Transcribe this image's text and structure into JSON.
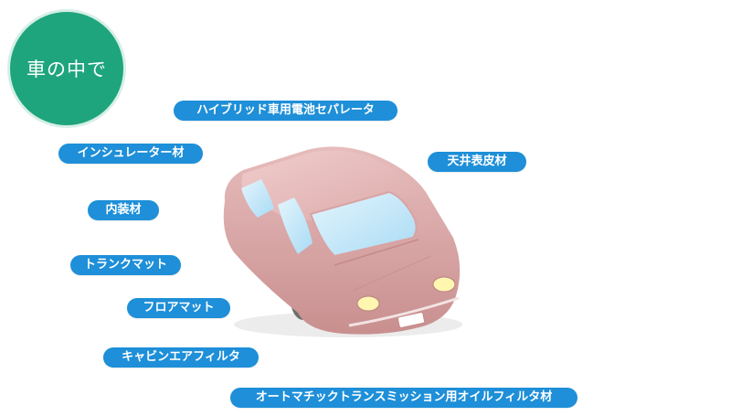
{
  "badge": {
    "label": "車の中で"
  },
  "labels": [
    "ハイブリッド車用電池セパレータ",
    "インシュレーター材",
    "天井表皮材",
    "内装材",
    "トランクマット",
    "フロアマット",
    "キャビンエアフィルタ",
    "オートマチックトランスミッション用オイルフィルタ材"
  ],
  "colors": {
    "badge": "#1ea57d",
    "pill": "#1e8fd8",
    "car_body": "#d9a3a3",
    "window": "#bfe6fa"
  }
}
